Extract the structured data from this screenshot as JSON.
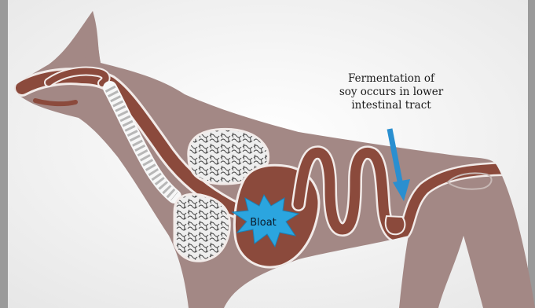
{
  "annotation": {
    "lines": [
      "Fermentation of",
      "soy occurs in lower",
      "intestinal tract"
    ]
  },
  "bloat": {
    "label": "Bloat"
  },
  "colors": {
    "background": "#f1f1f1",
    "body": "#a38885",
    "organ": "#8b4a3c",
    "organ_outline": "#f2ebe9",
    "lung_fill": "#e8e8e8",
    "bloat_star": "#2ba5df",
    "arrow": "#2a8fd0"
  }
}
